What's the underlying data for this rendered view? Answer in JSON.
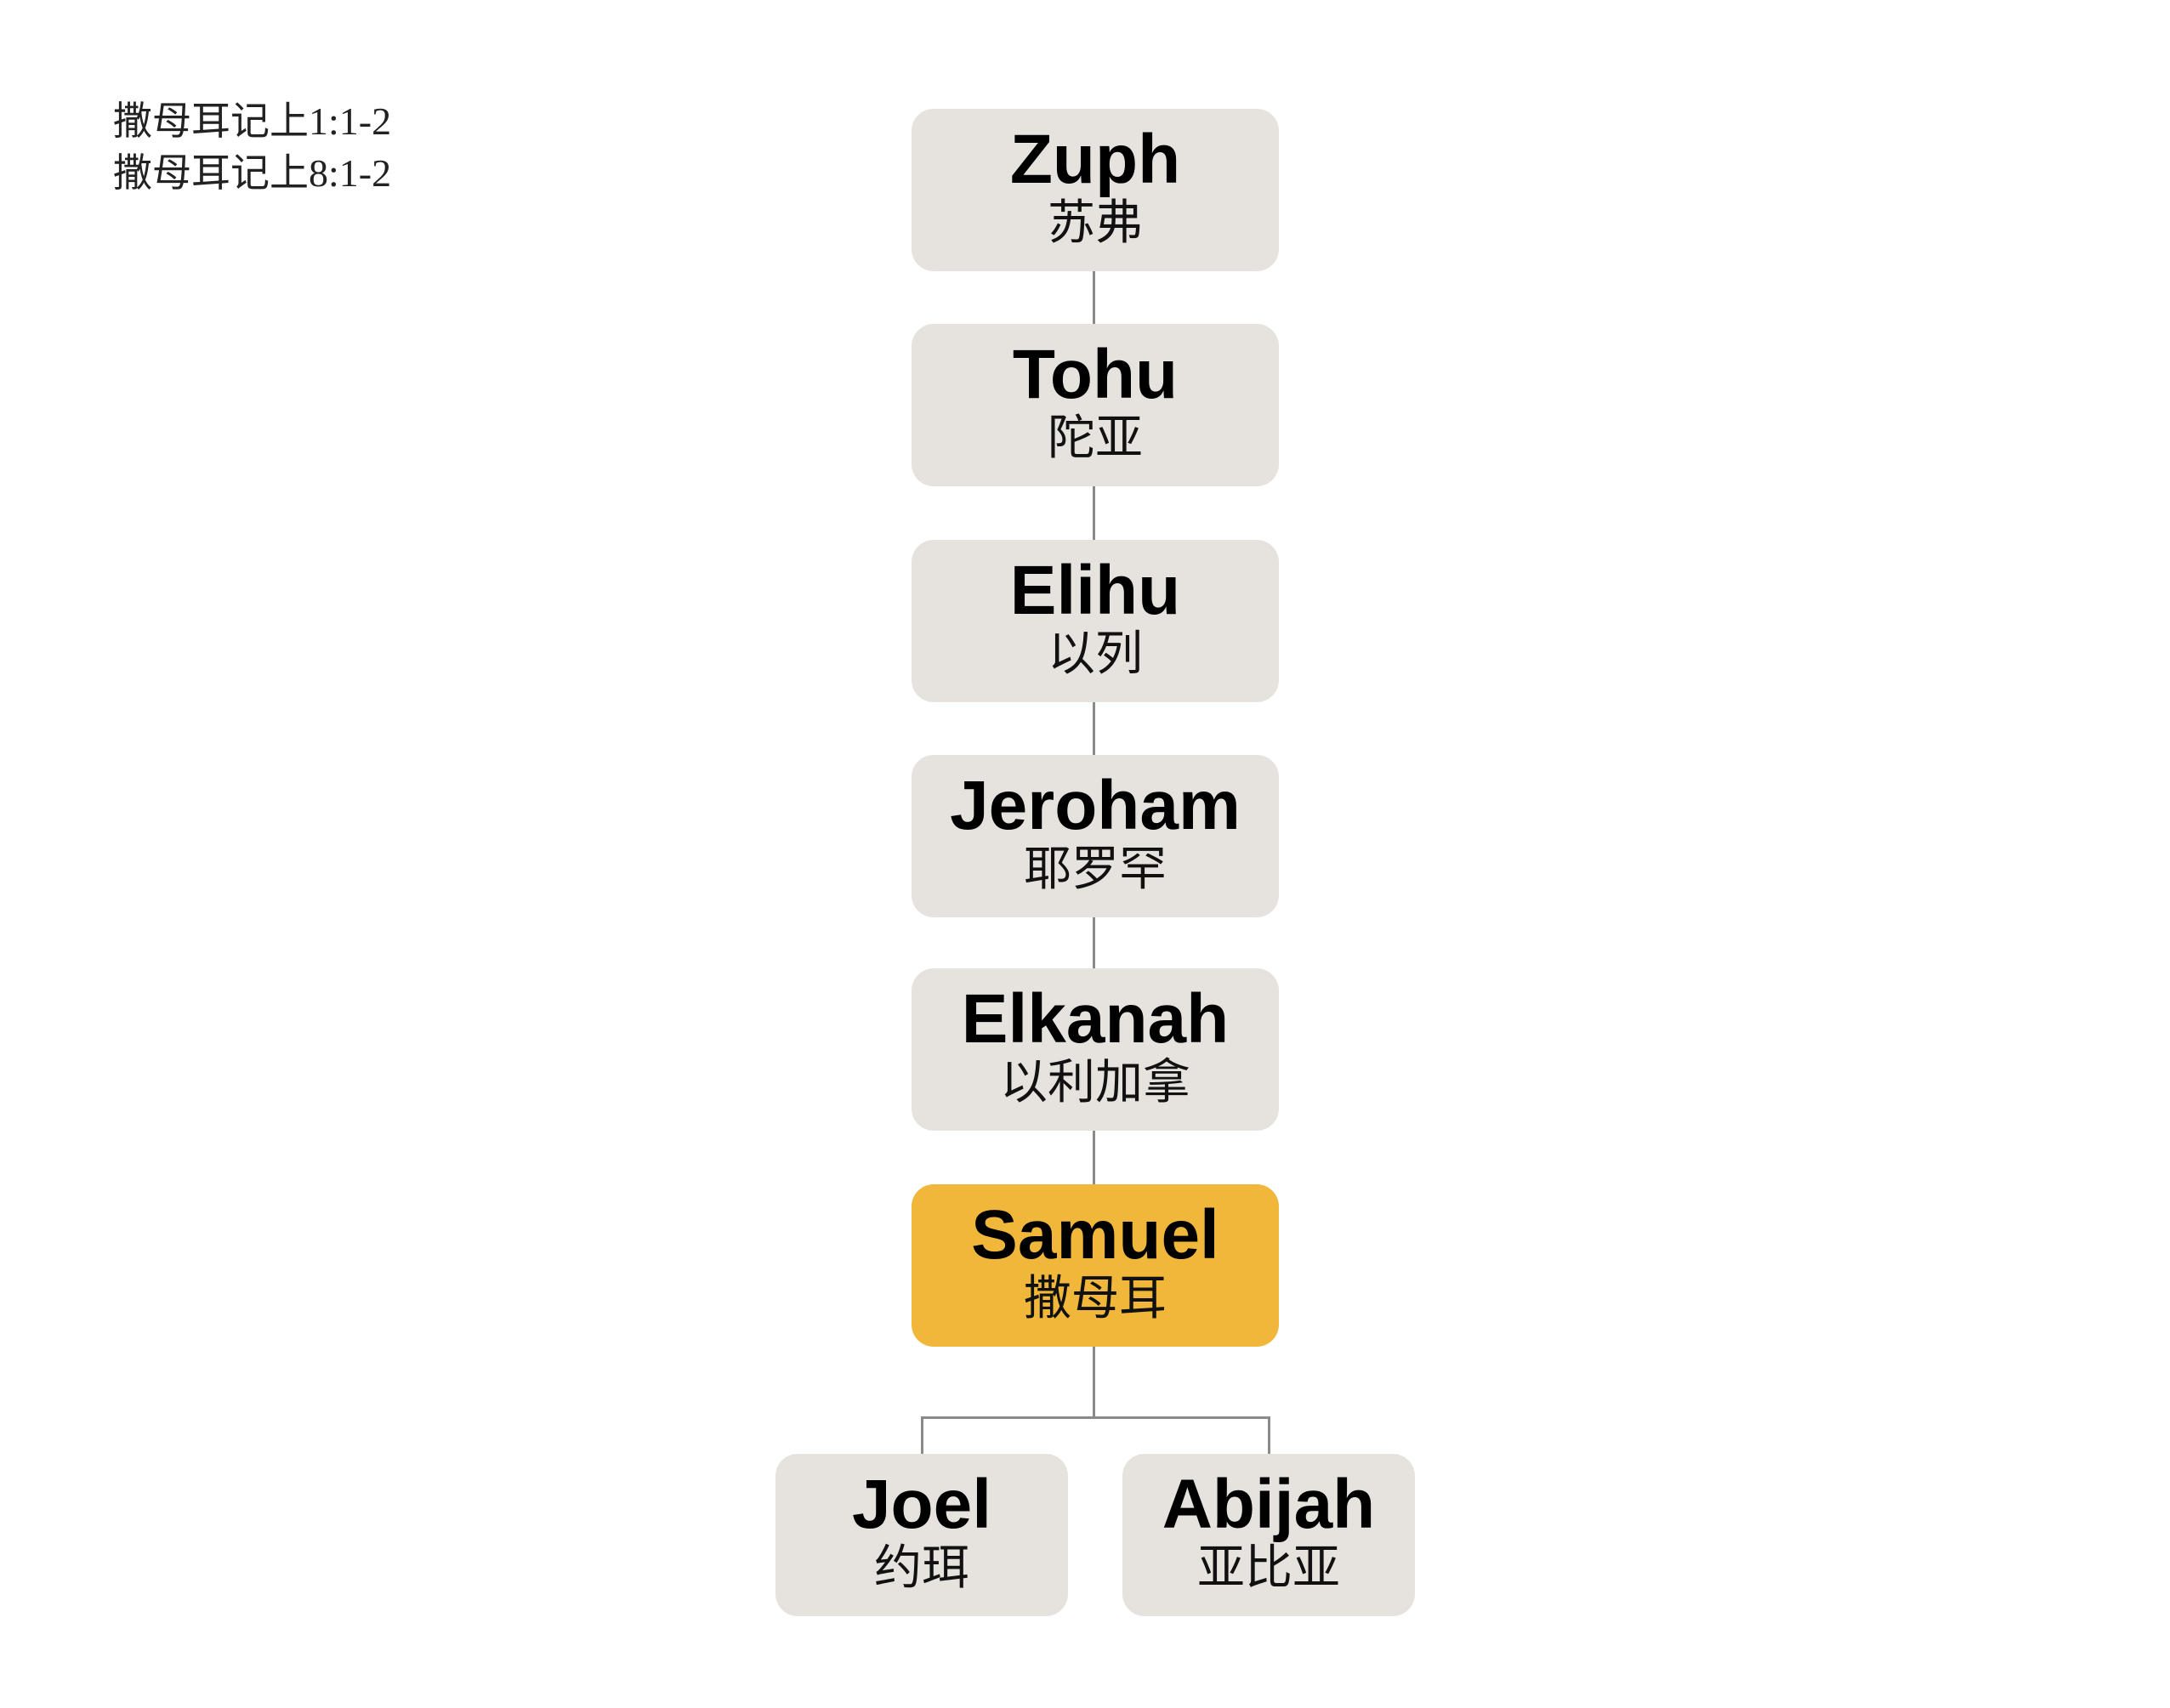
{
  "references": [
    "撒母耳记上1:1-2",
    "撒母耳记上8:1-2"
  ],
  "lineage": [
    {
      "en": "Zuph",
      "zh": "苏弗"
    },
    {
      "en": "Tohu",
      "zh": "陀亚"
    },
    {
      "en": "Elihu",
      "zh": "以列"
    },
    {
      "en": "Jeroham",
      "zh": "耶罗罕"
    },
    {
      "en": "Elkanah",
      "zh": "以利加拿"
    },
    {
      "en": "Samuel",
      "zh": "撒母耳",
      "highlighted": true
    }
  ],
  "children": [
    {
      "en": "Joel",
      "zh": "约珥"
    },
    {
      "en": "Abijah",
      "zh": "亚比亚"
    }
  ],
  "colors": {
    "node": "#e6e3df",
    "highlight": "#f1b73a",
    "connector": "#8a8a8a"
  }
}
